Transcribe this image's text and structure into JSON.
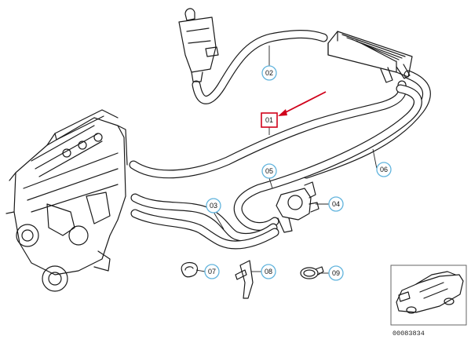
{
  "diagram": {
    "highlighted_part": "01",
    "callouts": [
      "02",
      "03",
      "04",
      "05",
      "06",
      "07",
      "08",
      "09"
    ],
    "reference_number": "00083834",
    "colors": {
      "highlight": "#d0021b",
      "callout_ring": "#62b4dd",
      "line": "#1a1a1a"
    }
  }
}
